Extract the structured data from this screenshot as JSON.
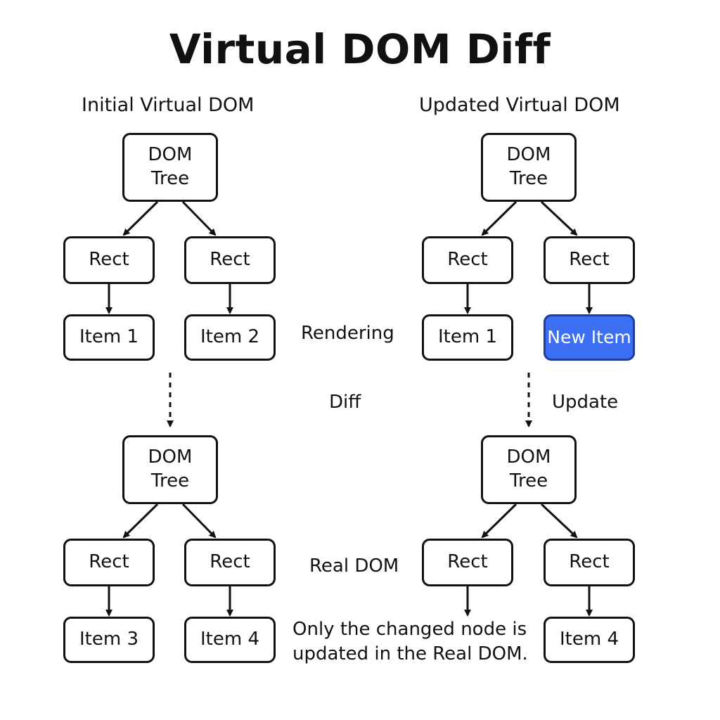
{
  "title": "Virtual DOM Diff",
  "left": {
    "heading": "Initial Virtual DOM",
    "virtual": {
      "root": [
        "DOM",
        "Tree"
      ],
      "rects": [
        "Rect",
        "Rect"
      ],
      "items": [
        "Item 1",
        "Item 2"
      ]
    },
    "real": {
      "root": [
        "DOM",
        "Tree"
      ],
      "rects": [
        "Rect",
        "Rect"
      ],
      "items": [
        "Item 3",
        "Item 4"
      ]
    }
  },
  "right": {
    "heading": "Updated Virtual DOM",
    "virtual": {
      "root": [
        "DOM",
        "Tree"
      ],
      "rects": [
        "Rect",
        "Rect"
      ],
      "items": [
        "Item 1",
        "New Item"
      ]
    },
    "real": {
      "root": [
        "DOM",
        "Tree"
      ],
      "rects": [
        "Rect",
        "Rect"
      ],
      "items": [
        "Item 4"
      ]
    }
  },
  "labels": {
    "rendering": "Rendering",
    "diff": "Diff",
    "update": "Update",
    "real_dom": "Real DOM",
    "note_line1": "Only the changed node is",
    "note_line2": "updated in the Real DOM."
  },
  "colors": {
    "highlight": "#3d6ff5",
    "stroke": "#111111"
  }
}
